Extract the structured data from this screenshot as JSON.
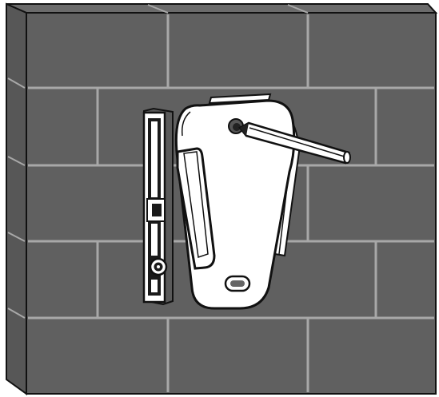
{
  "image": {
    "description_free": true,
    "colors": {
      "wall_face": "#606060",
      "wall_top": "#6b6b6b",
      "wall_side": "#575757",
      "mortar": "#a8a8a8",
      "outline": "#111111",
      "bracket_fill": "#ffffff",
      "level_body": "#5a5a5a",
      "level_face": "#ffffff",
      "level_dark": "#1a1a1a"
    },
    "icons": [
      "brick-wall",
      "spirit-level",
      "mounting-bracket",
      "pencil"
    ]
  }
}
